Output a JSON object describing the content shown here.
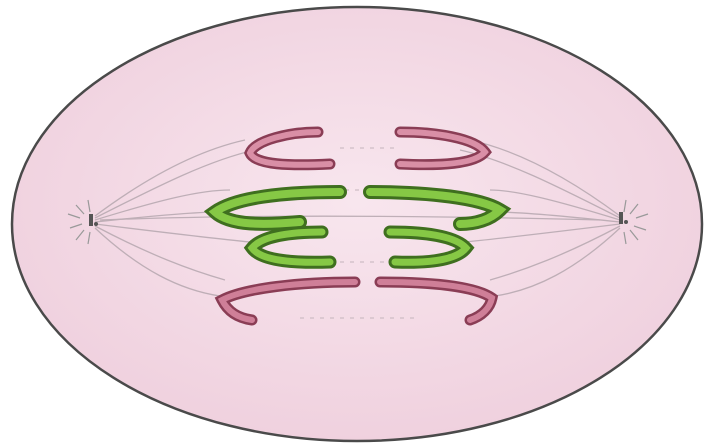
{
  "colors": {
    "background": "#ffffff",
    "cell_fill": "#f2d6e3",
    "cell_fill_light": "#f8e6ee",
    "cell_outline": "#4a4a4a",
    "spindle": "#b9aab2",
    "centriole": "#555555",
    "chromatid_pink": "#c9728c",
    "chromatid_pink_dark": "#8a3d55",
    "chromatid_green": "#7fbf3a",
    "chromatid_green_dark": "#3f6f1f"
  },
  "structures": {
    "cell": "cell-membrane",
    "poles": [
      "left-spindle-pole",
      "right-spindle-pole"
    ],
    "chromatid_pairs": [
      {
        "row": 1,
        "color": "pink"
      },
      {
        "row": 2,
        "color": "green"
      },
      {
        "row": 3,
        "color": "green"
      },
      {
        "row": 4,
        "color": "pink"
      }
    ]
  }
}
